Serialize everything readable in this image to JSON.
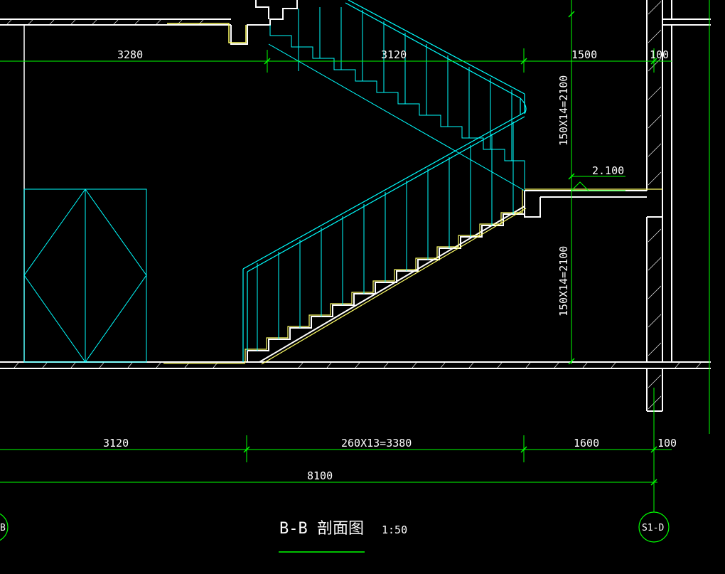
{
  "colors": {
    "background": "#000000",
    "structure": "#ffffff",
    "dimension": "#00ff00",
    "stair": "#00ffff",
    "finish": "#ffff66",
    "text": "#ffffff"
  },
  "dimensions": {
    "top_row": [
      "3280",
      "3120",
      "1500",
      "100"
    ],
    "bottom_row": [
      "3120",
      "260X13=3380",
      "1600",
      "100"
    ],
    "overall": "8100",
    "vertical_upper": "150X14=2100",
    "vertical_lower": "150X14=2100",
    "landing_elevation": "2.100"
  },
  "title": {
    "name": "B-B 剖面图",
    "scale": "1:50"
  },
  "axis_bubbles": {
    "right": "S1-D",
    "left": "B"
  }
}
